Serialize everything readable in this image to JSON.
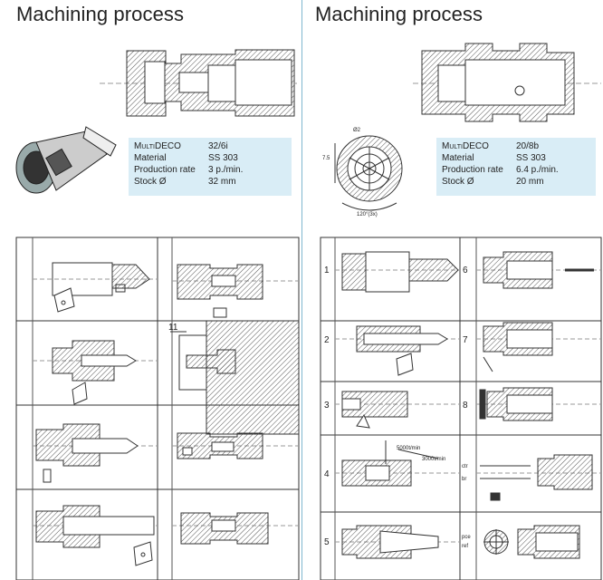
{
  "left": {
    "title": "Machining process",
    "info": [
      {
        "label": "MultiDECO",
        "value": "32/6i"
      },
      {
        "label": "Material",
        "value": "SS 303"
      },
      {
        "label": "Production rate",
        "value": "3 p./min."
      },
      {
        "label": "Stock Ø",
        "value": "32 mm"
      }
    ],
    "dimension_label": "11"
  },
  "right": {
    "title": "Machining process",
    "info": [
      {
        "label": "MultiDECO",
        "value": "20/8b"
      },
      {
        "label": "Material",
        "value": "SS 303"
      },
      {
        "label": "Production rate",
        "value": "6.4 p./min."
      },
      {
        "label": "Stock Ø",
        "value": "20 mm"
      }
    ],
    "front_view_labels": {
      "d1": "7.5",
      "d2": "Ø2",
      "angle": "120°(3x)"
    },
    "step_numbers": [
      "1",
      "2",
      "3",
      "4",
      "5",
      "6",
      "7",
      "8"
    ],
    "speed_labels": [
      "5000t/min",
      "3000t/min"
    ],
    "side_labels": [
      "ctr",
      "br",
      "pce",
      "ref"
    ]
  }
}
